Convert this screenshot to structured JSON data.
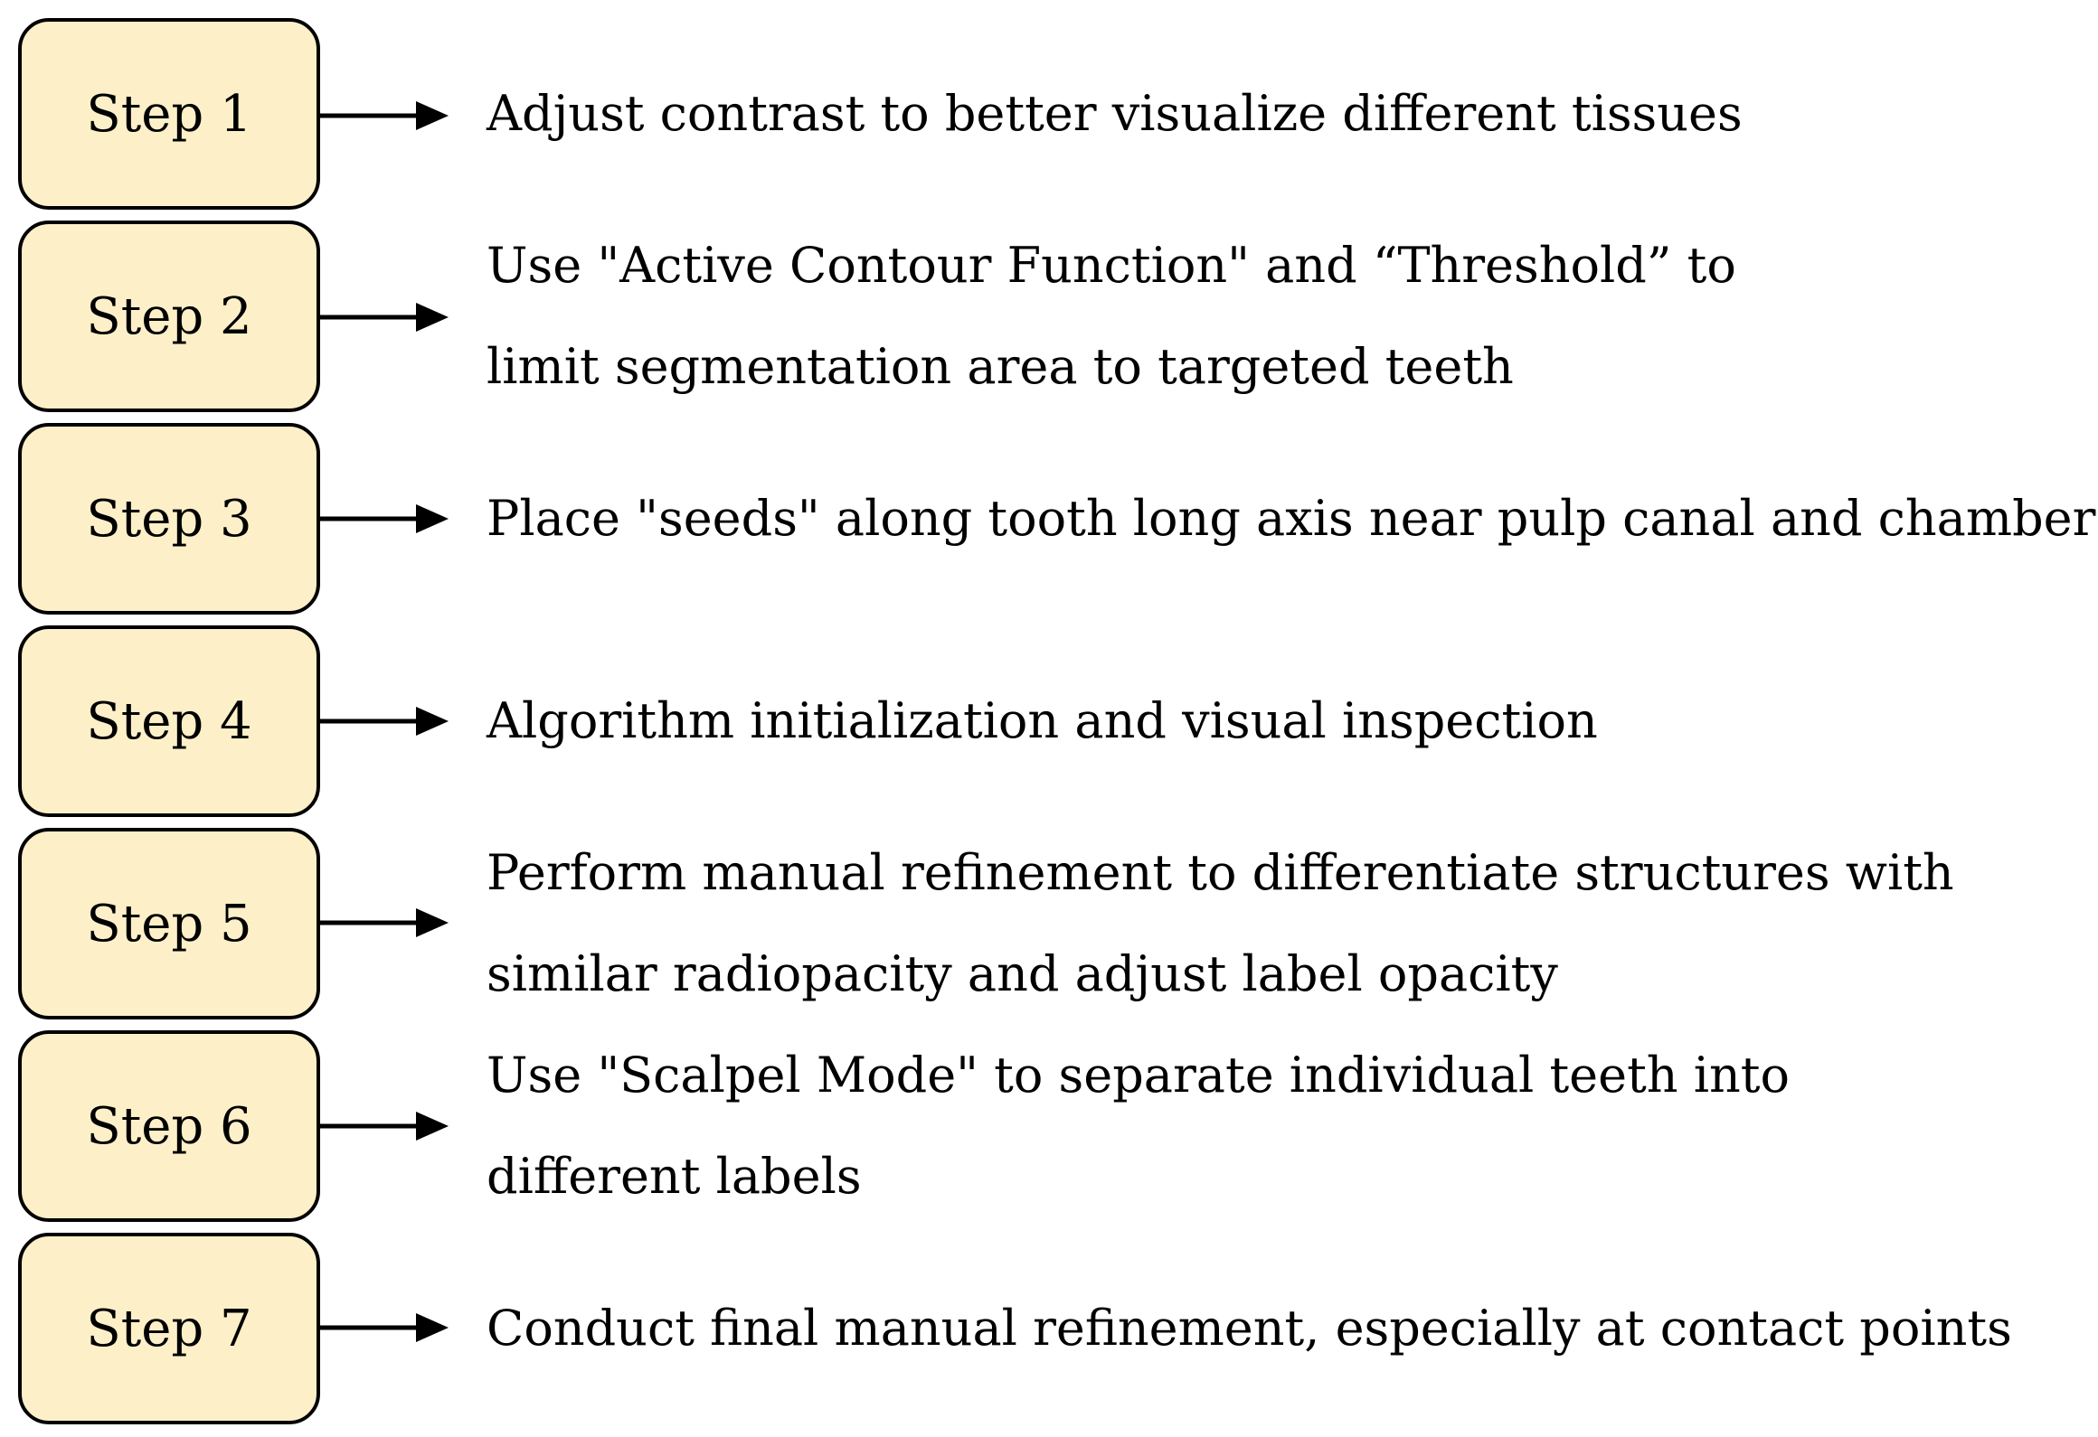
{
  "colors": {
    "box_fill": "#fdf0c8",
    "box_border": "#000000",
    "arrow": "#000000",
    "text": "#000000"
  },
  "steps": [
    {
      "label": "Step 1",
      "lines": [
        "Adjust contrast to better visualize different tissues"
      ]
    },
    {
      "label": "Step 2",
      "lines": [
        "Use \"Active Contour Function\" and “Threshold” to",
        "limit segmentation area to targeted teeth"
      ]
    },
    {
      "label": "Step 3",
      "lines": [
        "Place \"seeds\" along tooth long axis near pulp canal and chamber"
      ]
    },
    {
      "label": "Step 4",
      "lines": [
        "Algorithm initialization and visual inspection"
      ]
    },
    {
      "label": "Step 5",
      "lines": [
        "Perform manual refinement to differentiate structures with",
        "similar radiopacity and adjust label opacity"
      ]
    },
    {
      "label": "Step 6",
      "lines": [
        "Use \"Scalpel Mode\" to separate individual teeth into",
        "different labels"
      ]
    },
    {
      "label": "Step 7",
      "lines": [
        "Conduct final manual refinement, especially at contact points"
      ]
    }
  ]
}
